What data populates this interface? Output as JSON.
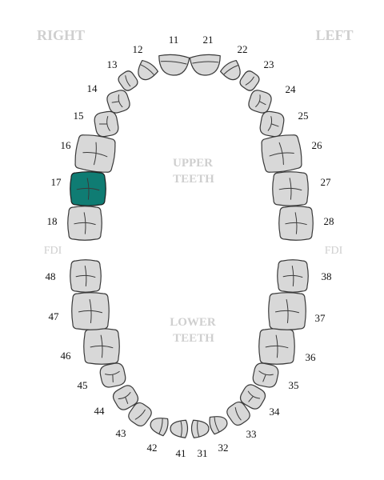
{
  "labels": {
    "right": "RIGHT",
    "left": "LEFT",
    "fdi_left": "FDI",
    "fdi_right": "FDI",
    "upper_line1": "UPPER",
    "upper_line2": "TEETH",
    "lower_line1": "LOWER",
    "lower_line2": "TEETH"
  },
  "colors": {
    "tooth_fill": "#d8d8d8",
    "tooth_selected": "#0f7c73",
    "label_muted": "#cfcfcf"
  },
  "selected_tooth": "17",
  "teeth": [
    {
      "number": "11",
      "kind": "incisor"
    },
    {
      "number": "12",
      "kind": "incisor"
    },
    {
      "number": "13",
      "kind": "canine"
    },
    {
      "number": "14",
      "kind": "premolar"
    },
    {
      "number": "15",
      "kind": "premolar"
    },
    {
      "number": "16",
      "kind": "molar"
    },
    {
      "number": "17",
      "kind": "molar"
    },
    {
      "number": "18",
      "kind": "molar"
    },
    {
      "number": "21",
      "kind": "incisor"
    },
    {
      "number": "22",
      "kind": "incisor"
    },
    {
      "number": "23",
      "kind": "canine"
    },
    {
      "number": "24",
      "kind": "premolar"
    },
    {
      "number": "25",
      "kind": "premolar"
    },
    {
      "number": "26",
      "kind": "molar"
    },
    {
      "number": "27",
      "kind": "molar"
    },
    {
      "number": "28",
      "kind": "molar"
    },
    {
      "number": "31",
      "kind": "incisor"
    },
    {
      "number": "32",
      "kind": "incisor"
    },
    {
      "number": "33",
      "kind": "canine"
    },
    {
      "number": "34",
      "kind": "premolar"
    },
    {
      "number": "35",
      "kind": "premolar"
    },
    {
      "number": "36",
      "kind": "molar"
    },
    {
      "number": "37",
      "kind": "molar"
    },
    {
      "number": "38",
      "kind": "molar"
    },
    {
      "number": "41",
      "kind": "incisor"
    },
    {
      "number": "42",
      "kind": "incisor"
    },
    {
      "number": "43",
      "kind": "canine"
    },
    {
      "number": "44",
      "kind": "premolar"
    },
    {
      "number": "45",
      "kind": "premolar"
    },
    {
      "number": "46",
      "kind": "molar"
    },
    {
      "number": "47",
      "kind": "molar"
    },
    {
      "number": "48",
      "kind": "molar"
    }
  ]
}
